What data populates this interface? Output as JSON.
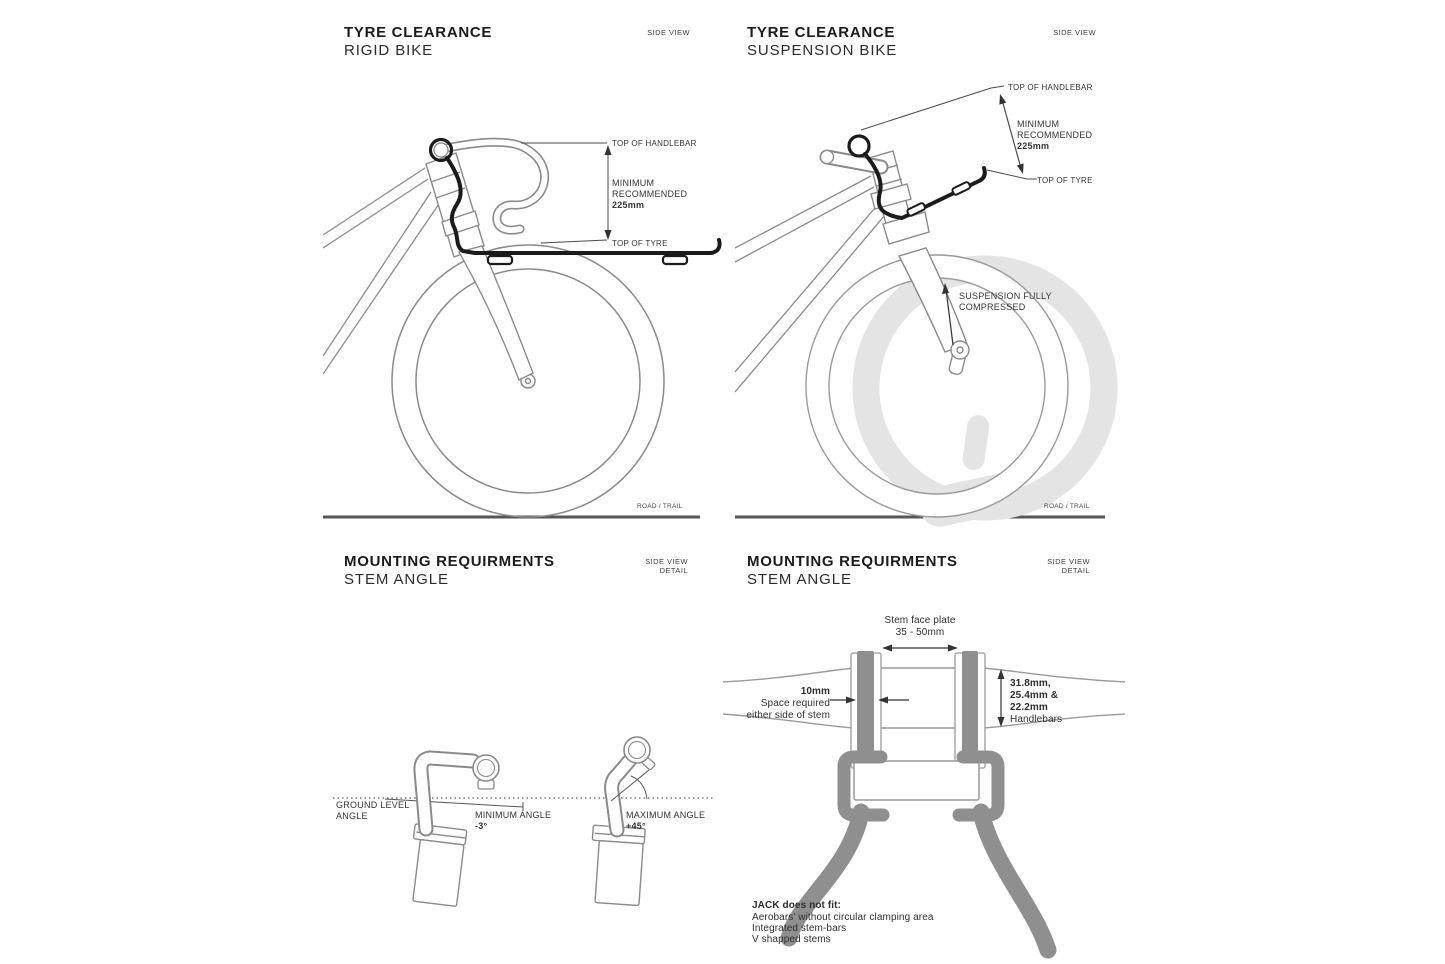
{
  "colors": {
    "diagram_line": "#8a8a8a",
    "annotation_text": "#333333",
    "rack_black": "#1b1b1b",
    "solid_gray_fill": "#8f8f8f",
    "ghost_gray": "#e4e4e4",
    "ground_line": "#565656"
  },
  "panels": {
    "tyre_rigid": {
      "title": "TYRE CLEARANCE",
      "subtitle": "RIGID BIKE",
      "view": "SIDE VIEW",
      "labels": {
        "top_of_handlebar": "TOP OF HANDLEBAR",
        "minimum": "MINIMUM",
        "recommended": "RECOMMENDED",
        "clearance_value": "225mm",
        "top_of_tyre": "TOP OF TYRE",
        "ground": "ROAD / TRAIL"
      }
    },
    "tyre_suspension": {
      "title": "TYRE CLEARANCE",
      "subtitle": "SUSPENSION BIKE",
      "view": "SIDE VIEW",
      "labels": {
        "top_of_handlebar": "TOP OF HANDLEBAR",
        "minimum": "MINIMUM",
        "recommended": "RECOMMENDED",
        "clearance_value": "225mm",
        "top_of_tyre": "TOP OF TYRE",
        "suspension_1": "SUSPENSION FULLY",
        "suspension_2": "COMPRESSED",
        "ground": "ROAD / TRAIL"
      }
    },
    "mounting_angle": {
      "title": "MOUNTING REQUIRMENTS",
      "subtitle": "STEM ANGLE",
      "view_1": "SIDE VIEW",
      "view_2": "DETAIL",
      "labels": {
        "ground_1": "GROUND LEVEL",
        "ground_2": "ANGLE",
        "min_label": "MINIMUM ANGLE",
        "min_value": "-3°",
        "max_label": "MAXIMUM ANGLE",
        "max_value": "+45°"
      }
    },
    "mounting_detail": {
      "title": "MOUNTING REQUIRMENTS",
      "subtitle": "STEM ANGLE",
      "view_1": "SIDE VIEW",
      "view_2": "DETAIL",
      "labels": {
        "faceplate_1": "Stem face plate",
        "faceplate_2": "35 - 50mm",
        "space_1": "10mm",
        "space_2": "Space required",
        "space_3": "either side of stem",
        "bars_1": "31.8mm,",
        "bars_2": "25.4mm &",
        "bars_3": "22.2mm",
        "bars_4": "Handlebars",
        "notfit_title": "JACK does not fit:",
        "notfit_1": "Aerobars' without circular clamping area",
        "notfit_2": "Integrated stem-bars",
        "notfit_3": "V shapped stems"
      }
    }
  }
}
